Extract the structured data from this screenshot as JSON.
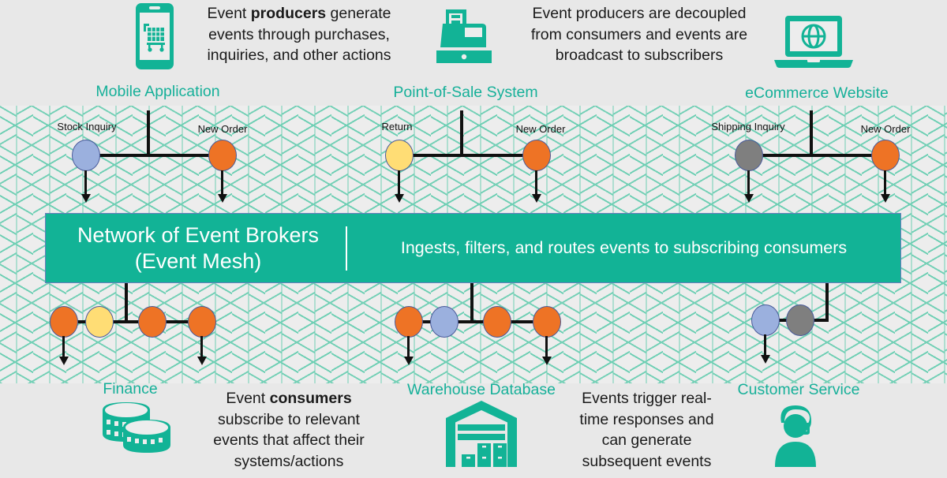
{
  "theme": {
    "background": "#e8e8e8",
    "mesh_background": "#ededed",
    "mesh_line": "#6ecfb4",
    "brand_green": "#12b396",
    "label_green": "#16b099",
    "orange": "#ee7325",
    "blue": "#9bb0de",
    "yellow": "#ffdd75",
    "gray": "#7f7f7f",
    "line_black": "#101010",
    "banner_text": "#ffffff"
  },
  "producers": [
    {
      "label": "Mobile Application",
      "icon": "mobile-shopping-cart-icon",
      "caption_parts": [
        "Event ",
        "producers",
        " generate events through purchases, inquiries, and other actions"
      ],
      "caption_plain": "Event producers generate events through purchases, inquiries, and other actions"
    },
    {
      "label": "Point-of-Sale System",
      "icon": "cash-register-icon",
      "caption_plain": "Event producers are decoupled from consumers and events are broadcast to subscribers"
    },
    {
      "label": "eCommerce Website",
      "icon": "laptop-globe-icon",
      "caption_plain": ""
    }
  ],
  "producer_events": [
    {
      "group": "Mobile Application",
      "events": [
        {
          "label": "Stock Inquiry",
          "color": "#9bb0de",
          "color_name": "blue"
        },
        {
          "label": "New Order",
          "color": "#ee7325",
          "color_name": "orange"
        }
      ]
    },
    {
      "group": "Point-of-Sale System",
      "events": [
        {
          "label": "Return",
          "color": "#ffdd75",
          "color_name": "yellow"
        },
        {
          "label": "New Order",
          "color": "#ee7325",
          "color_name": "orange"
        }
      ]
    },
    {
      "group": "eCommerce Website",
      "events": [
        {
          "label": "Shipping Inquiry",
          "color": "#7f7f7f",
          "color_name": "gray"
        },
        {
          "label": "New Order",
          "color": "#ee7325",
          "color_name": "orange"
        }
      ]
    }
  ],
  "banner": {
    "title_line1": "Network of Event Brokers",
    "title_line2": "(Event Mesh)",
    "description": "Ingests, filters, and routes events to subscribing consumers"
  },
  "consumers": [
    {
      "label": "Finance",
      "icon": "coins-icon",
      "caption_plain": "Event consumers subscribe to relevant events that affect their systems/actions",
      "dots": [
        {
          "color": "#ee7325",
          "color_name": "orange"
        },
        {
          "color": "#ffdd75",
          "color_name": "yellow"
        },
        {
          "color": "#ee7325",
          "color_name": "orange"
        },
        {
          "color": "#ee7325",
          "color_name": "orange"
        }
      ]
    },
    {
      "label": "Warehouse Database",
      "icon": "warehouse-icon",
      "caption_plain": "Events trigger real-time responses and can generate subsequent events",
      "dots": [
        {
          "color": "#ee7325",
          "color_name": "orange"
        },
        {
          "color": "#9bb0de",
          "color_name": "blue"
        },
        {
          "color": "#ee7325",
          "color_name": "orange"
        },
        {
          "color": "#ee7325",
          "color_name": "orange"
        }
      ]
    },
    {
      "label": "Customer Service",
      "icon": "headset-agent-icon",
      "caption_plain": "",
      "dots": [
        {
          "color": "#9bb0de",
          "color_name": "blue"
        },
        {
          "color": "#7f7f7f",
          "color_name": "gray"
        }
      ]
    }
  ],
  "captions": {
    "producers_left_pre": "Event ",
    "producers_left_bold": "producers",
    "producers_left_post": " generate events through purchases, inquiries, and other actions",
    "producers_right": "Event producers are decoupled from consumers and events are broadcast to subscribers",
    "consumers_left_pre": "Event ",
    "consumers_left_bold": "consumers",
    "consumers_left_post": " subscribe to relevant events that affect their systems/actions",
    "consumers_right": "Events trigger real-time responses and can generate subsequent events"
  }
}
